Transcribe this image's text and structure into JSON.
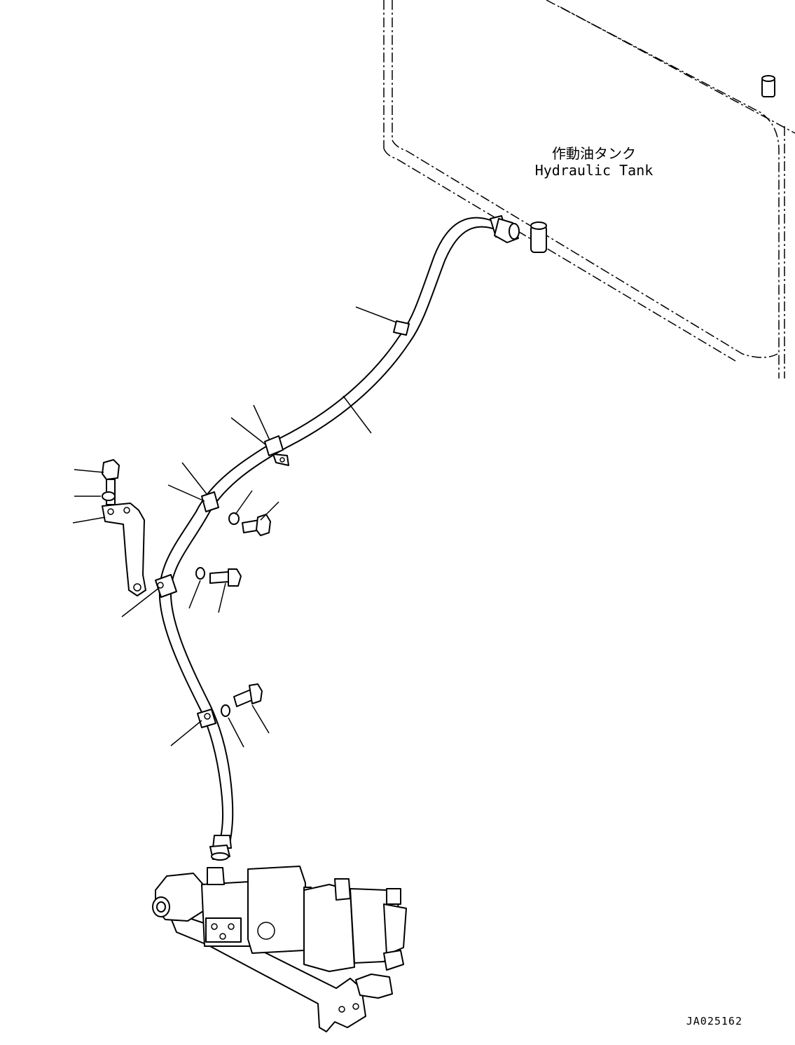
{
  "tank_label": {
    "japanese": "作動油タンク",
    "english": "Hydraulic Tank"
  },
  "drawing_number": "JA025162"
}
